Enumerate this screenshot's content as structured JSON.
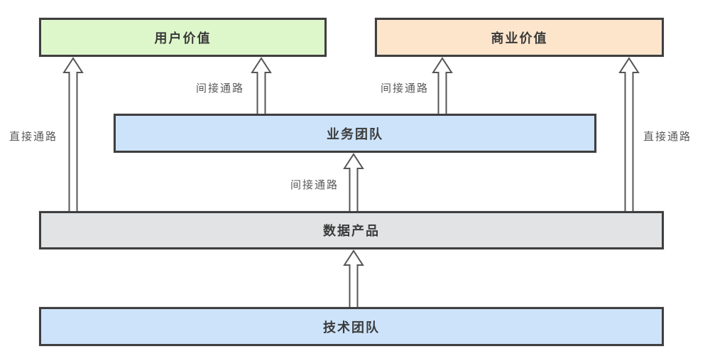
{
  "diagram": {
    "nodes": [
      {
        "id": "user-value",
        "label": "用户价值",
        "fill": "#ddf7cb"
      },
      {
        "id": "business-value",
        "label": "商业价值",
        "fill": "#fce5cb"
      },
      {
        "id": "business-team",
        "label": "业务团队",
        "fill": "#cde3fa"
      },
      {
        "id": "data-product",
        "label": "数据产品",
        "fill": "#e2e3e4"
      },
      {
        "id": "tech-team",
        "label": "技术团队",
        "fill": "#cde3fa"
      }
    ],
    "edges": [
      {
        "from": "data-product",
        "to": "user-value",
        "label": "直接通路"
      },
      {
        "from": "business-team",
        "to": "user-value",
        "label": "间接通路"
      },
      {
        "from": "business-team",
        "to": "business-value",
        "label": "间接通路"
      },
      {
        "from": "data-product",
        "to": "business-value",
        "label": "直接通路"
      },
      {
        "from": "data-product",
        "to": "business-team",
        "label": "间接通路"
      },
      {
        "from": "tech-team",
        "to": "data-product",
        "label": ""
      }
    ],
    "colors": {
      "background": "#ffffff",
      "node_border": "#3f3f3f",
      "node_label_text": "#3b3b3b",
      "arrow_fill": "#ffffff",
      "arrow_stroke": "#565656",
      "edge_label_text": "#595959",
      "user_value_fill": "#ddf7cb",
      "business_value_fill": "#fce5cb",
      "team_fill": "#cde3fa",
      "data_product_fill": "#e2e3e4"
    }
  }
}
